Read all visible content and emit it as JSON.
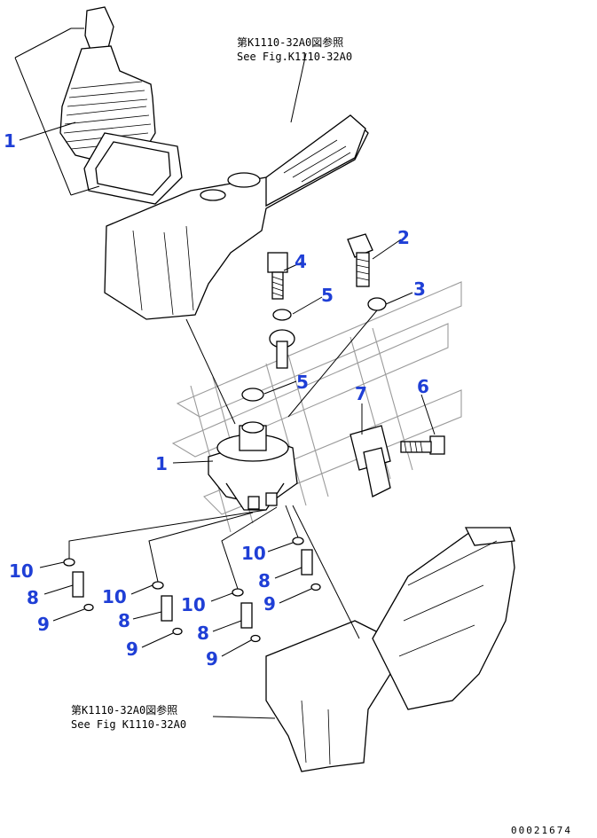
{
  "references": {
    "top_jp": "第K1110-32A0図参照",
    "top_en": "See Fig.K1110-32A0",
    "bottom_jp": "第K1110-32A0図参照",
    "bottom_en": "See Fig K1110-32A0"
  },
  "callouts": {
    "c1_top": "1",
    "c1_mid": "1",
    "c2": "2",
    "c3": "3",
    "c4": "4",
    "c5_a": "5",
    "c5_b": "5",
    "c6": "6",
    "c7": "7",
    "c8_a": "8",
    "c8_b": "8",
    "c8_c": "8",
    "c8_d": "8",
    "c9_a": "9",
    "c9_b": "9",
    "c9_c": "9",
    "c9_d": "9",
    "c10_a": "10",
    "c10_b": "10",
    "c10_c": "10",
    "c10_d": "10"
  },
  "document_number": "00021674",
  "colors": {
    "callout": "#1f3fd6",
    "line": "#000000",
    "watermark": "#9a9a9a"
  }
}
